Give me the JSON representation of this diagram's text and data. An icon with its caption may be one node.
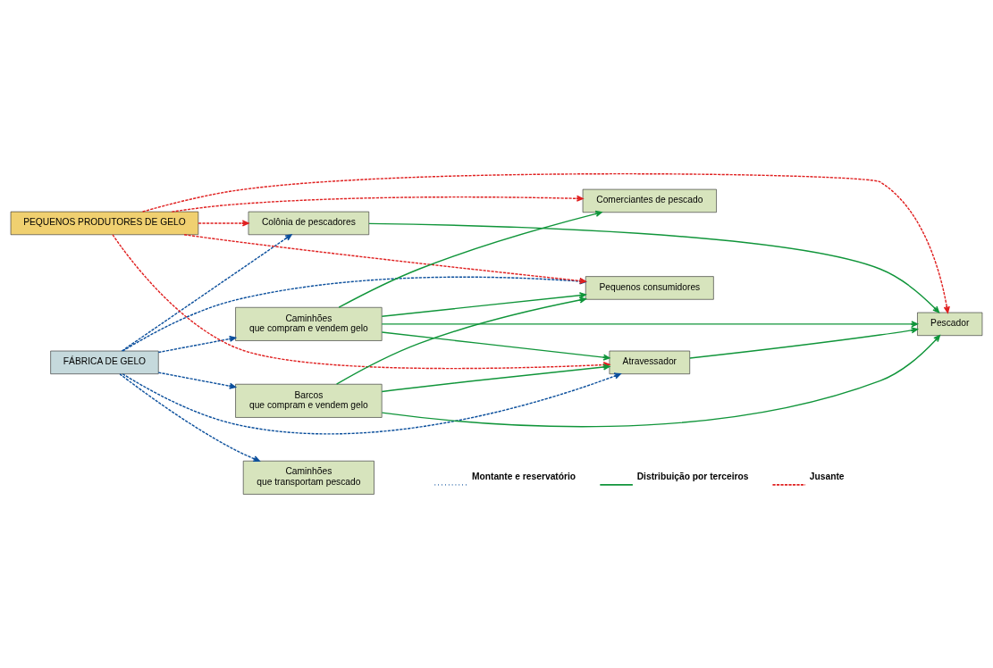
{
  "diagram": {
    "nodes": [
      {
        "text": [
          "FÁBRICA DE GELO"
        ]
      },
      {
        "text": [
          "PEQUENOS PRODUTORES DE GELO"
        ]
      },
      {
        "text": [
          "Caminhões",
          "que compram e vendem gelo"
        ]
      },
      {
        "text": [
          "Barcos",
          "que compram e vendem gelo"
        ]
      },
      {
        "text": [
          "Atravessador"
        ]
      },
      {
        "text": [
          "Pescador"
        ]
      },
      {
        "text": [
          "Pequenos consumidores"
        ]
      },
      {
        "text": [
          "Comerciantes de pescado"
        ]
      },
      {
        "text": [
          "Caminhões",
          "que transportam pescado"
        ]
      },
      {
        "text": [
          "Colônia de pescadores"
        ]
      }
    ],
    "edges": [
      {
        "from": 0,
        "to": 2,
        "arrow": "to",
        "style": "dashed",
        "color": "#0b4f9c"
      },
      {
        "from": 0,
        "to": 3,
        "arrow": "to",
        "style": "dashed",
        "color": "#0b4f9c"
      },
      {
        "from": 0,
        "to": 6,
        "arrow": "to",
        "style": "dashed",
        "color": "#0b4f9c"
      },
      {
        "from": 0,
        "to": 8,
        "arrow": "to",
        "style": "dashed",
        "color": "#0b4f9c"
      },
      {
        "from": 0,
        "to": 9,
        "arrow": "to",
        "style": "dashed",
        "color": "#0b4f9c"
      },
      {
        "from": 0,
        "to": 4,
        "arrow": "to",
        "style": "dashed",
        "color": "#0b4f9c"
      },
      {
        "from": 1,
        "to": 4,
        "arrow": "to",
        "style": "dashed",
        "color": "#e02020"
      },
      {
        "from": 1,
        "to": 5,
        "arrow": "to",
        "style": "dashed",
        "color": "#e02020"
      },
      {
        "from": 1,
        "to": 7,
        "arrow": "to",
        "style": "dashed",
        "color": "#e02020"
      },
      {
        "from": 1,
        "to": 6,
        "arrow": "to",
        "style": "dashed",
        "color": "#e02020"
      },
      {
        "from": 1,
        "to": 9,
        "arrow": "to",
        "style": "dashed",
        "color": "#e02020"
      },
      {
        "from": 2,
        "to": 5,
        "arrow": "to"
      },
      {
        "from": 2,
        "to": 4,
        "arrow": "to"
      },
      {
        "from": 2,
        "to": 6,
        "arrow": "to"
      },
      {
        "from": 2,
        "to": 7,
        "arrow": "to"
      },
      {
        "from": 3,
        "to": 5,
        "arrow": "to"
      },
      {
        "from": 3,
        "to": 4,
        "arrow": "to"
      },
      {
        "from": 3,
        "to": 6,
        "arrow": "to"
      },
      {
        "from": 4,
        "to": 5,
        "arrow": "to"
      },
      {
        "from": 9,
        "to": 5,
        "arrow": "to"
      }
    ],
    "legend": [
      {
        "text": "Montante e reservatório"
      },
      {
        "text": "Distribuição por terceiros"
      },
      {
        "text": "Jusante"
      }
    ]
  }
}
